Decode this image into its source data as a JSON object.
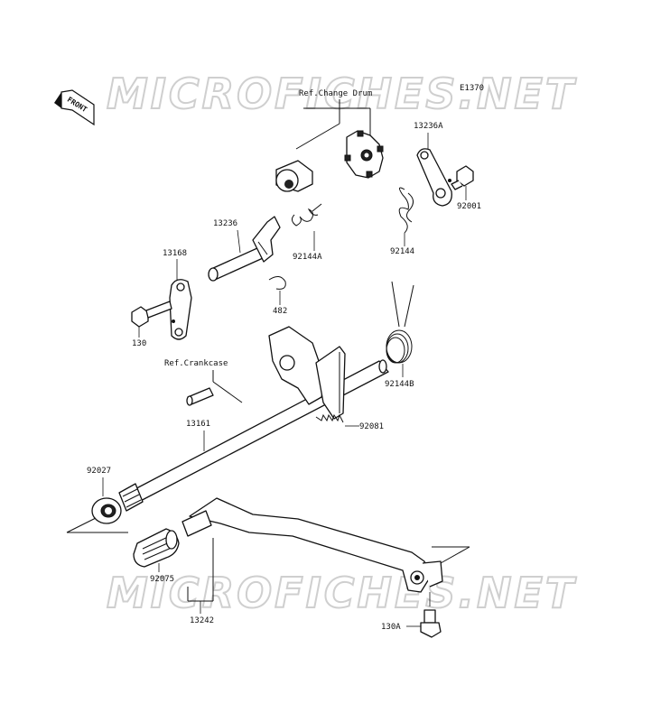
{
  "diagram_code": "E1370",
  "front_label": "FRONT",
  "watermark": "MICROFICHES.NET",
  "references": {
    "change_drum": "Ref.Change Drum",
    "crankcase": "Ref.Crankcase"
  },
  "parts": {
    "p13236A": "13236A",
    "p92001": "92001",
    "p92144": "92144",
    "p13236": "13236",
    "p92144A": "92144A",
    "p13168": "13168",
    "p482": "482",
    "p130": "130",
    "p92144B": "92144B",
    "p92081": "92081",
    "p13161": "13161",
    "p92027": "92027",
    "p92075": "92075",
    "p13242": "13242",
    "p130A": "130A"
  }
}
